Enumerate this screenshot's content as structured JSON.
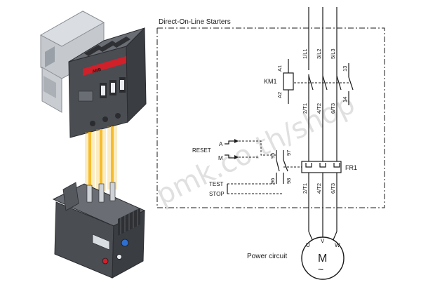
{
  "diagram": {
    "title": "Direct-On-Line Starters",
    "coil_label": "KM1",
    "coil_terminals": [
      "A1",
      "A2"
    ],
    "line_terminals": [
      "1/L1",
      "3/L2",
      "5/L3"
    ],
    "aux_contact_terminals": [
      "13",
      "14"
    ],
    "contactor_outputs": [
      "2/T1",
      "4/T2",
      "6/T3"
    ],
    "relay_label": "FR1",
    "relay_outputs": [
      "2/T1",
      "4/T2",
      "6/T3"
    ],
    "reset_label": "RESET",
    "reset_modes": [
      "A",
      "M"
    ],
    "test_label": "TEST",
    "stop_label": "STOP",
    "relay_contacts": [
      "95",
      "96",
      "97",
      "98"
    ],
    "motor_terminals": [
      "U",
      "V",
      "W"
    ],
    "motor_symbol": "M",
    "motor_phase": "~",
    "power_circuit_label": "Power circuit",
    "watermark": "pmk.co.th/shop"
  },
  "brand": {
    "logo_text": "ABB",
    "accent_color": "#d0202a",
    "body_color": "#4a4d52",
    "light_color": "#c5c9ce",
    "light_beam_color": "#f5b414"
  }
}
